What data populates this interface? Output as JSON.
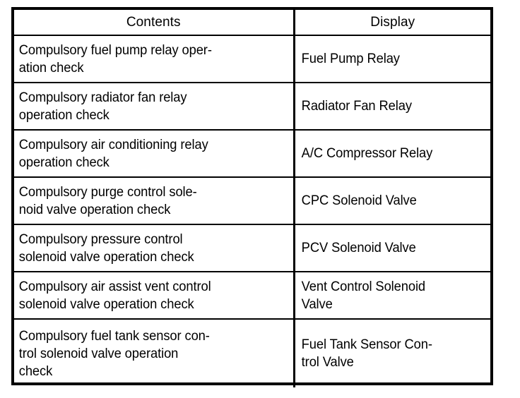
{
  "table": {
    "name": "compulsory-operation-check-table",
    "border_color": "#000000",
    "background_color": "#ffffff",
    "text_color": "#000000",
    "columns": [
      {
        "key": "contents",
        "header": "Contents",
        "align": "left"
      },
      {
        "key": "display",
        "header": "Display",
        "align": "left"
      }
    ],
    "rows": [
      {
        "contents": "Compulsory fuel pump relay oper-\nation check",
        "display": "Fuel Pump Relay"
      },
      {
        "contents": "Compulsory radiator fan relay\noperation check",
        "display": "Radiator Fan Relay"
      },
      {
        "contents": "Compulsory air conditioning relay\noperation check",
        "display": "A/C Compressor Relay"
      },
      {
        "contents": "Compulsory purge control sole-\nnoid valve operation check",
        "display": "CPC Solenoid Valve"
      },
      {
        "contents": "Compulsory pressure control\nsolenoid valve operation check",
        "display": "PCV Solenoid Valve"
      },
      {
        "contents": "Compulsory air assist vent control\nsolenoid valve operation check",
        "display": "Vent Control Solenoid\nValve"
      },
      {
        "contents": "Compulsory fuel tank sensor con-\ntrol solenoid valve operation\ncheck",
        "display": "Fuel Tank Sensor Con-\ntrol Valve"
      }
    ]
  }
}
